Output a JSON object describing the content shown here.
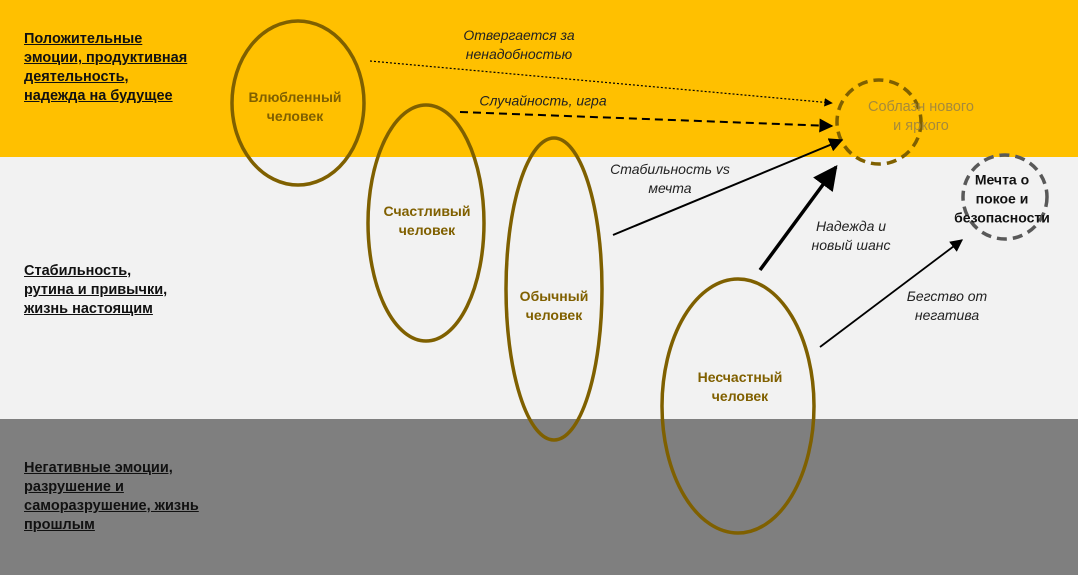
{
  "colors": {
    "band_positive": "#ffc000",
    "band_stable": "#f2f2f2",
    "band_negative": "#7f7f7f",
    "ellipse_stroke": "#7f6000",
    "node_text": "#806000",
    "dream_circle": "#595959"
  },
  "zones": {
    "positive": "Положительные\nэмоции, продуктивная\nдеятельность,\nнадежда на будущее",
    "stable": "Стабильность,\nрутина  и привычки,\nжизнь настоящим",
    "negative": "Негативные  эмоции,\nразрушение и\nсаморазрушение, жизнь\nпрошлым"
  },
  "nodes": {
    "in_love": "Влюбленный\nчеловек",
    "happy": "Счастливый\nчеловек",
    "ordinary": "Обычный\nчеловек",
    "unhappy": "Несчастный\nчеловек",
    "temptation": "Соблазн нового\nи яркого",
    "dream": "Мечта о покое и\nбезопасности"
  },
  "arrows": {
    "rejected": "Отвергается за\nненадобностью",
    "chance": "Случайность, игра",
    "stability_vs_dream": "Стабильность vs\nмечта",
    "hope": "Надежда и\nновый шанс",
    "escape": "Бегство от\nнегатива"
  }
}
